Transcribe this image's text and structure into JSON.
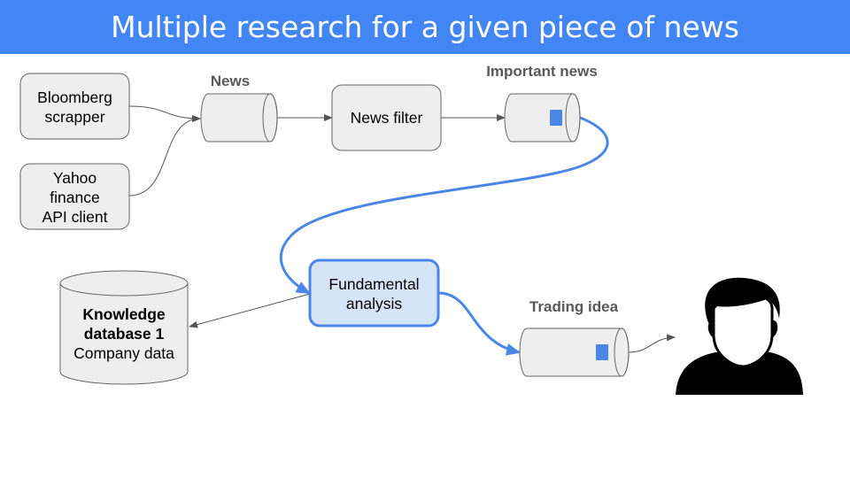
{
  "title": "Multiple research for a given piece of news",
  "colors": {
    "title_bg": "#4285f4",
    "title_text": "#ffffff",
    "node_fill": "#eeeeee",
    "node_stroke": "#666666",
    "highlight_fill": "#d6e4f8",
    "highlight_stroke": "#4a86e8",
    "accent": "#4a86e8",
    "label_color": "#595959"
  },
  "nodes": {
    "bloomberg": {
      "line1": "Bloomberg",
      "line2": "scrapper"
    },
    "yahoo": {
      "line1": "Yahoo",
      "line2": "finance",
      "line3": "API client"
    },
    "news_filter": {
      "label": "News filter"
    },
    "fundamental": {
      "line1": "Fundamental",
      "line2": "analysis"
    },
    "knowledge": {
      "line1": "Knowledge",
      "line2": "database 1",
      "line3": "Company data"
    }
  },
  "queues": {
    "news": {
      "label": "News"
    },
    "important_news": {
      "label": "Important news"
    },
    "trading_idea": {
      "label": "Trading idea"
    }
  },
  "icons": {
    "person": "person-icon",
    "message": "message-icon"
  }
}
